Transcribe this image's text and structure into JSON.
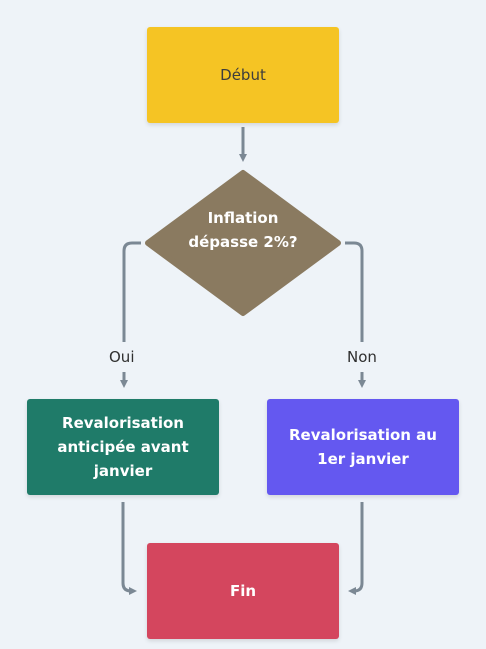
{
  "nodes": {
    "start": "Début",
    "decision": "Inflation dépasse 2%?",
    "left": "Revalorisation anticipée avant janvier",
    "right": "Revalorisation au 1er janvier",
    "end": "Fin"
  },
  "edges": {
    "yes_label": "Oui",
    "no_label": "Non"
  },
  "colors": {
    "start": "#f5c424",
    "decision": "#8a7a60",
    "left": "#1f7b69",
    "right": "#6458f0",
    "end": "#d4465e",
    "connector": "#7b8894",
    "background": "#eef3f8"
  }
}
